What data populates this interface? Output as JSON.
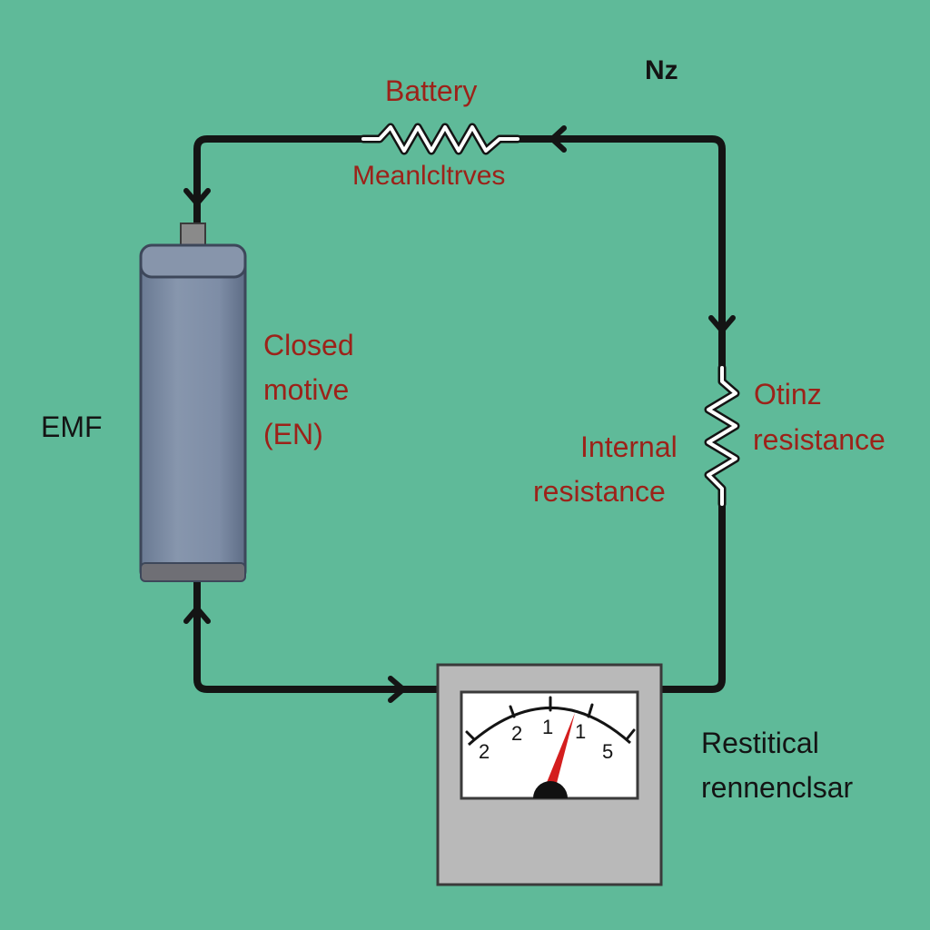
{
  "diagram": {
    "labels": {
      "top_label": "Nz",
      "battery": "Battery",
      "meanlctives": "Meanlcltrves",
      "emf": "EMF",
      "closed": "Closed",
      "motive": "motive",
      "en": "(EN)",
      "internal": "Internal",
      "resistance_left": "resistance",
      "otinz": "Otinz",
      "resistance_right": "resistance",
      "restitical": "Restitical",
      "rennenclsar": "rennenclsar"
    },
    "meter": {
      "scale_labels": [
        "2",
        "2",
        "1",
        "1",
        "5"
      ]
    },
    "colors": {
      "background": "#5fba99",
      "wire": "#141414",
      "label_red": "#9c2219",
      "label_black": "#141414",
      "cell_body": "#7f8ea6",
      "meter_case": "#b9b9b9",
      "needle": "#d41e1e"
    }
  }
}
